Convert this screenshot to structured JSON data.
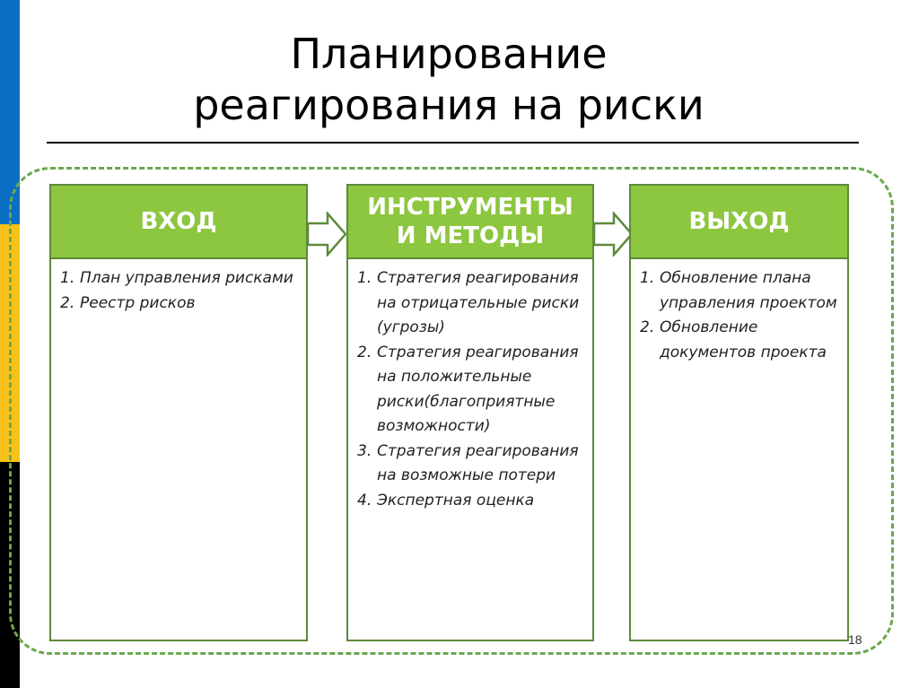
{
  "title": "Планирование\nреагирования на риски",
  "colors": {
    "strip_blue": "#0a6fc2",
    "strip_yellow": "#f7c31a",
    "strip_black": "#000000",
    "header_fill": "#8dc63f",
    "border_green": "#5e8a3a",
    "dashed_frame": "#6aa84f"
  },
  "stages": [
    {
      "heading": "ВХОД",
      "items": [
        {
          "num": "1.",
          "text": "План управления рисками"
        },
        {
          "num": "2.",
          "text": "Реестр рисков"
        }
      ]
    },
    {
      "heading": "ИНСТРУМЕНТЫ И МЕТОДЫ",
      "items": [
        {
          "num": "1.",
          "text": "Стратегия реагирования на отрицательные риски (угрозы)"
        },
        {
          "num": "2.",
          "text": "Стратегия реагирования на положительные риски(благоприятные возможности)"
        },
        {
          "num": "3.",
          "text": "Стратегия реагирования на возможные потери"
        },
        {
          "num": "4.",
          "text": "Экспертная оценка"
        }
      ]
    },
    {
      "heading": "ВЫХОД",
      "items": [
        {
          "num": "1.",
          "text": "Обновление плана управления проектом"
        },
        {
          "num": "2.",
          "text": "Обновление документов проекта"
        }
      ]
    }
  ],
  "arrows": [
    "right-arrow-icon",
    "right-arrow-icon"
  ],
  "page_number": "18"
}
